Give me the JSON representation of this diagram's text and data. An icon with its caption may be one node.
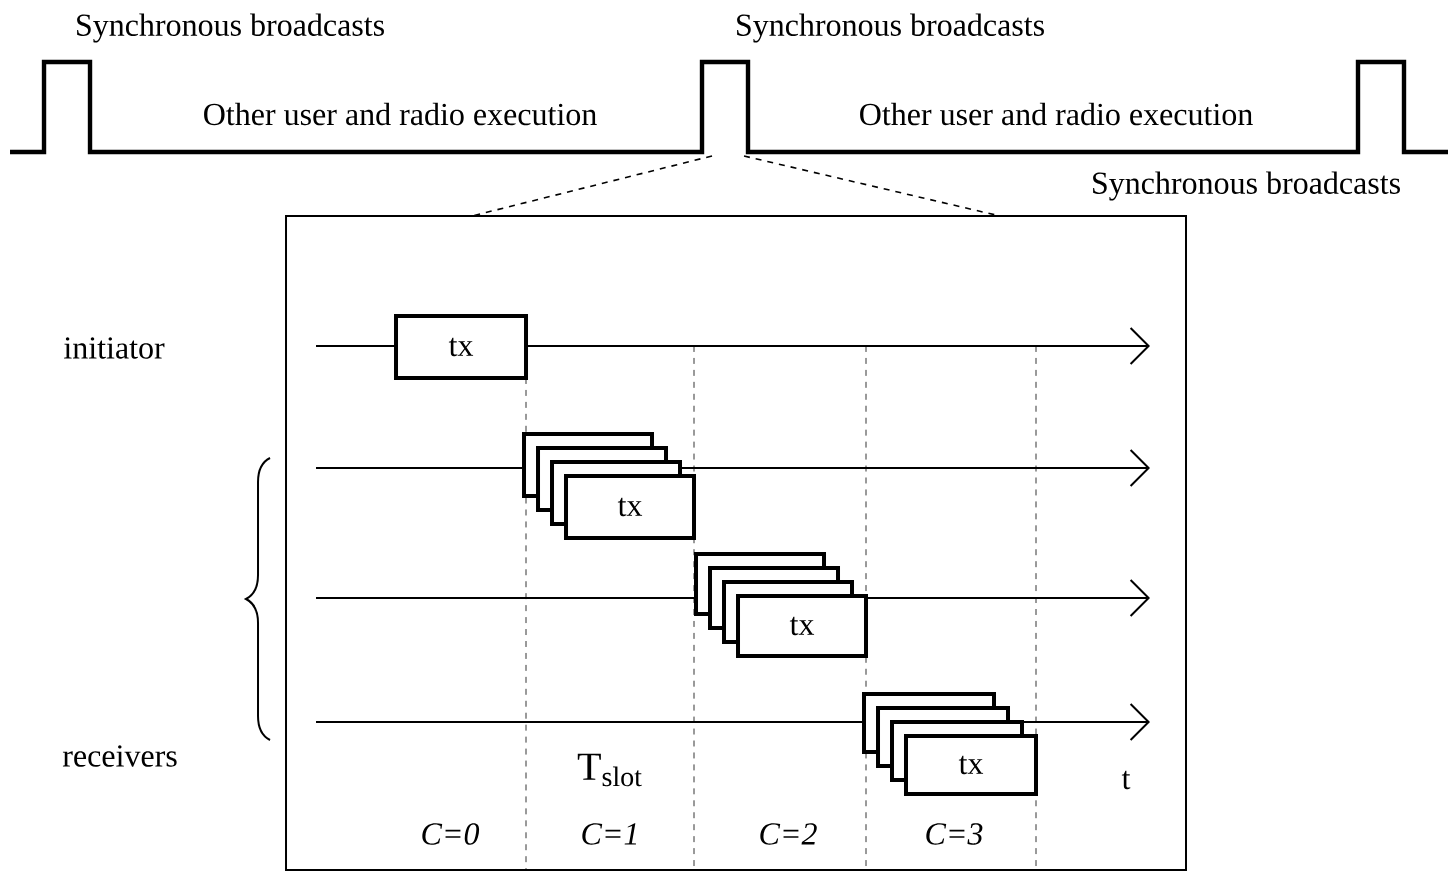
{
  "diagram": {
    "nodes": [
      {
        "text": [
          "tx"
        ]
      },
      {
        "text": [
          "tx"
        ]
      },
      {
        "text": [
          "tx"
        ]
      },
      {
        "text": [
          "tx"
        ]
      }
    ],
    "labels": [
      "Synchronous broadcasts",
      "Synchronous broadcasts",
      "Other user and radio execution",
      "Other user and radio execution",
      "Synchronous broadcasts",
      "initiator",
      "receivers",
      "T$_{slot}$",
      "t",
      "C=0",
      "C=1",
      "C=2",
      "C=3"
    ]
  }
}
